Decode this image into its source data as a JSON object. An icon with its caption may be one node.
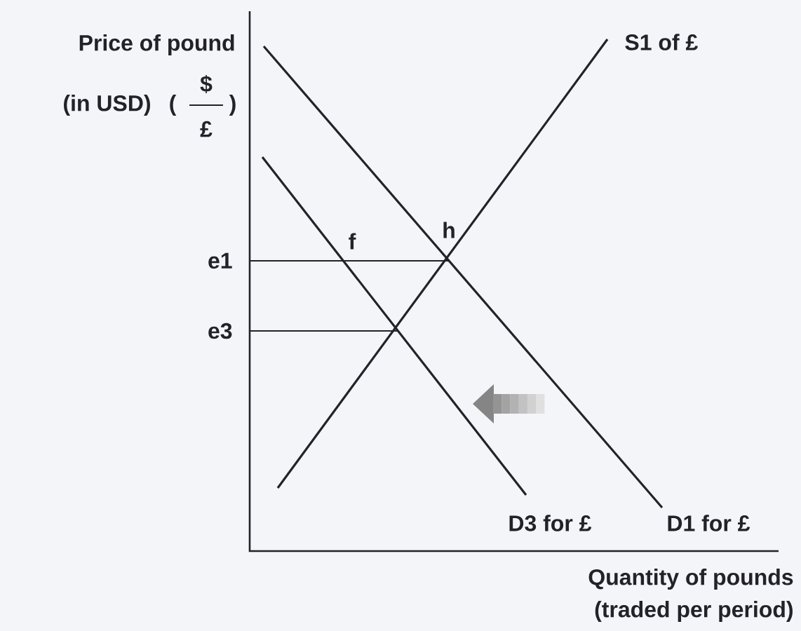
{
  "diagram": {
    "labels": [
      "Price of pound",
      "(in USD)",
      "(",
      "$",
      "£",
      ")",
      "S1 of £",
      "f",
      "h",
      "e1",
      "e3",
      "D3 for £",
      "D1 for £",
      "Quantity of pounds",
      "(traded per period)"
    ]
  }
}
